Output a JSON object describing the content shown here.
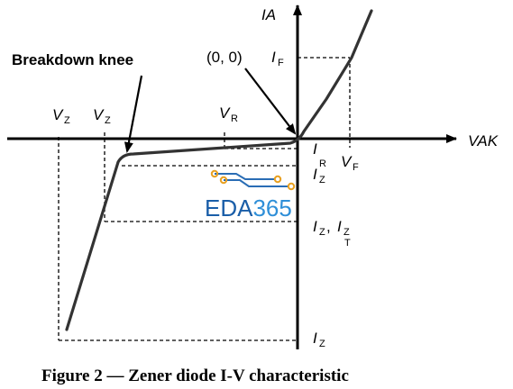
{
  "axes": {
    "y_label": "IA",
    "x_label": "VAK"
  },
  "labels": {
    "breakdown_knee": "Breakdown knee",
    "origin": "(0, 0)",
    "vz_outer": {
      "main": "V",
      "sub": "Z"
    },
    "vz_inner": {
      "main": "V",
      "sub": "Z"
    },
    "vr": {
      "main": "V",
      "sub": "R"
    },
    "vf": {
      "main": "V",
      "sub": "F"
    },
    "if": {
      "main": "I",
      "sub": "F"
    },
    "ir": {
      "main": "I",
      "sub": "R"
    },
    "iz_knee": {
      "main": "I",
      "sub": "Z"
    },
    "iz_test": {
      "main": "I",
      "sub": "Z",
      "sep": ",",
      "main2": "I",
      "sub2": "Z",
      "sub2b": "T"
    },
    "iz_max": {
      "main": "I",
      "sub": "Z"
    }
  },
  "watermark": {
    "text_a": "EDA",
    "text_b": "365",
    "color_a": "#1a5ea8",
    "color_b": "#2f8fd8",
    "trace_color": "#2a6db5",
    "pad_color": "#e8a020"
  },
  "caption": "Figure 2 — Zener diode I-V characteristic"
}
